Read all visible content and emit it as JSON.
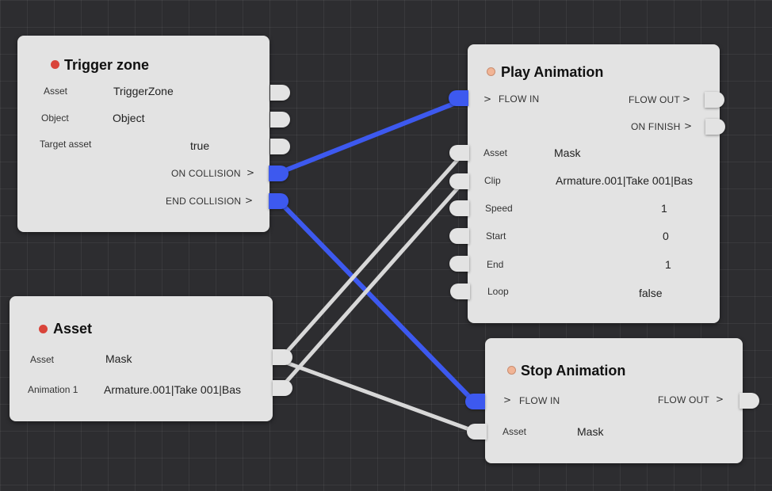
{
  "graph": {
    "wire_colors": {
      "flow": "#3d59ef",
      "data": "#d8d8d8"
    }
  },
  "trigger_zone": {
    "title": "Trigger zone",
    "asset_label": "Asset",
    "asset_value": "TriggerZone",
    "object_label": "Object",
    "object_value": "Object",
    "target_label": "Target asset",
    "target_value": "true",
    "on_collision": "ON COLLISION",
    "end_collision": "END COLLISION",
    "chevron": ">"
  },
  "asset_node": {
    "title": "Asset",
    "asset_label": "Asset",
    "asset_value": "Mask",
    "anim_label": "Animation 1",
    "anim_value": "Armature.001|Take 001|Bas"
  },
  "play_animation": {
    "title": "Play Animation",
    "flow_in": "FLOW IN",
    "flow_out": "FLOW OUT",
    "on_finish": "ON FINISH",
    "chevron": ">",
    "asset_label": "Asset",
    "asset_value": "Mask",
    "clip_label": "Clip",
    "clip_value": "Armature.001|Take 001|Bas",
    "speed_label": "Speed",
    "speed_value": "1",
    "start_label": "Start",
    "start_value": "0",
    "end_label": "End",
    "end_value": "1",
    "loop_label": "Loop",
    "loop_value": "false"
  },
  "stop_animation": {
    "title": "Stop Animation",
    "flow_in": "FLOW IN",
    "flow_out": "FLOW OUT",
    "chevron": ">",
    "asset_label": "Asset",
    "asset_value": "Mask"
  }
}
